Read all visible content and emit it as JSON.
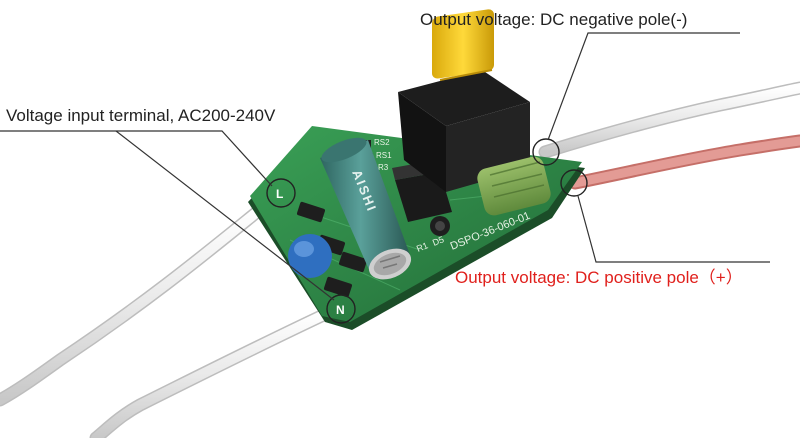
{
  "labels": {
    "output_negative": "Output voltage: DC negative pole(-)",
    "input_terminal": "Voltage input terminal, AC200-240V",
    "output_positive": "Output voltage: DC positive pole（+）"
  },
  "board": {
    "pcb_code": "DSPO-36-060-01",
    "silkscreen_r1": "R1",
    "silkscreen_d5": "D5",
    "silkscreen_rs2": "RS2",
    "silkscreen_rs1": "RS1",
    "silkscreen_r3": "R3",
    "capacitor_brand": "AISHI",
    "terminal_l": "L",
    "terminal_n": "N"
  },
  "colors": {
    "label_text": "#222222",
    "positive_label_text": "#e0201c",
    "pcb_green": "#2f8a4a",
    "transformer_yellow": "#f2c81a",
    "capacitor_teal": "#3f7f7a",
    "x_capacitor_blue": "#3a7fcf",
    "wire_white": "#ececec",
    "wire_red": "#d9847e",
    "leader_line": "#333333"
  }
}
